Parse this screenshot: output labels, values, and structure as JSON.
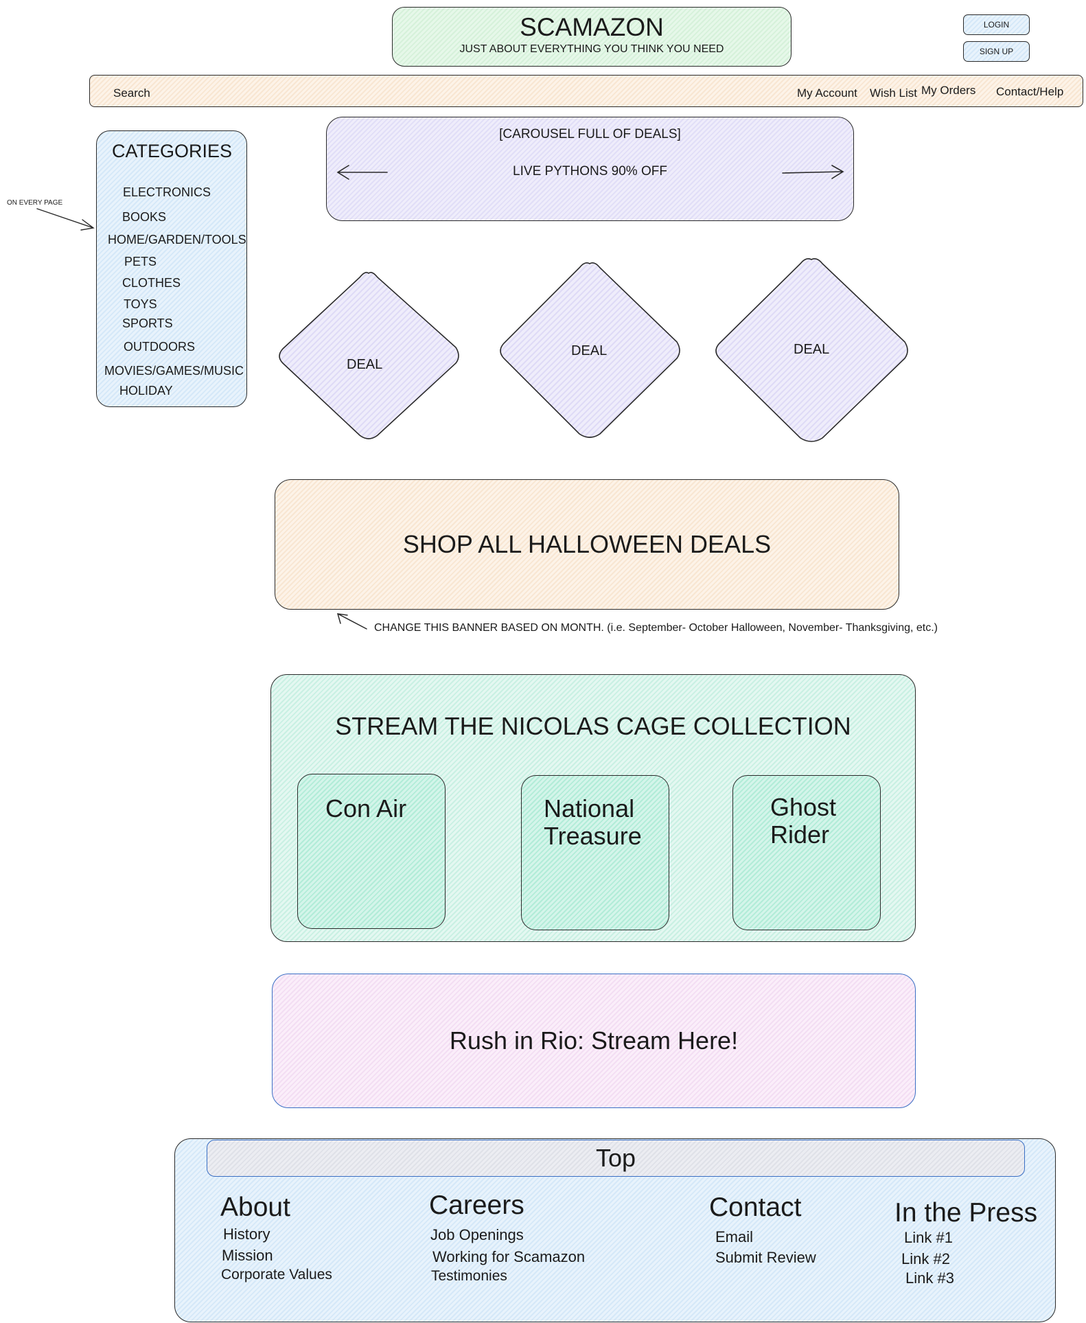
{
  "header": {
    "brand": "SCAMAZON",
    "tagline": "JUST ABOUT EVERYTHING YOU THINK YOU NEED",
    "login_label": "LOGIN",
    "signup_label": "SIGN UP"
  },
  "navbar": {
    "search_label": "Search",
    "links": [
      "My Account",
      "Wish List",
      "My Orders",
      "Contact/Help"
    ]
  },
  "categories": {
    "title": "CATEGORIES",
    "items": [
      "ELECTRONICS",
      "BOOKS",
      "HOME/GARDEN/TOOLS",
      "PETS",
      "CLOTHES",
      "TOYS",
      "SPORTS",
      "OUTDOORS",
      "MOVIES/GAMES/MUSIC",
      "HOLIDAY"
    ],
    "annotation": "ON EVERY PAGE"
  },
  "carousel": {
    "title": "[CAROUSEL FULL OF DEALS]",
    "deal": "LIVE PYTHONS 90% OFF"
  },
  "deals": [
    "DEAL",
    "DEAL",
    "DEAL"
  ],
  "seasonal_banner": {
    "label": "SHOP ALL HALLOWEEN DEALS",
    "annotation": "CHANGE THIS BANNER BASED ON MONTH. (i.e. September- October Halloween, November- Thanksgiving, etc.)"
  },
  "collection": {
    "title": "STREAM THE NICOLAS CAGE COLLECTION",
    "movies": [
      "Con Air",
      "National Treasure",
      "Ghost Rider"
    ]
  },
  "stream_banner": {
    "label": "Rush in Rio: Stream Here!"
  },
  "footer": {
    "top_label": "Top",
    "columns": [
      {
        "heading": "About",
        "links": [
          "History",
          "Mission",
          "Corporate Values"
        ]
      },
      {
        "heading": "Careers",
        "links": [
          "Job Openings",
          "Working for Scamazon",
          "Testimonies"
        ]
      },
      {
        "heading": "Contact",
        "links": [
          "Email",
          "Submit Review"
        ]
      },
      {
        "heading": "In the Press",
        "links": [
          "Link #1",
          "Link #2",
          "Link #3"
        ]
      }
    ]
  }
}
